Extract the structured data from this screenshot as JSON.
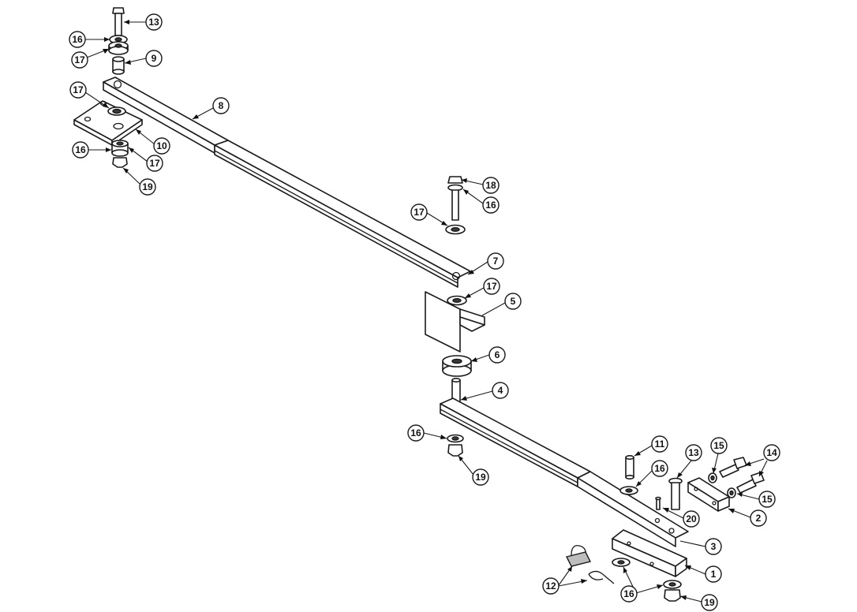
{
  "diagram": {
    "type": "exploded-parts-view",
    "callouts": [
      {
        "id": "c13a",
        "label": "13"
      },
      {
        "id": "c16a",
        "label": "16"
      },
      {
        "id": "c17a",
        "label": "17"
      },
      {
        "id": "c9",
        "label": "9"
      },
      {
        "id": "c8",
        "label": "8"
      },
      {
        "id": "c17b",
        "label": "17"
      },
      {
        "id": "c10",
        "label": "10"
      },
      {
        "id": "c16b",
        "label": "16"
      },
      {
        "id": "c17c",
        "label": "17"
      },
      {
        "id": "c19a",
        "label": "19"
      },
      {
        "id": "c18",
        "label": "18"
      },
      {
        "id": "c16c",
        "label": "16"
      },
      {
        "id": "c17d",
        "label": "17"
      },
      {
        "id": "c7",
        "label": "7"
      },
      {
        "id": "c17e",
        "label": "17"
      },
      {
        "id": "c5",
        "label": "5"
      },
      {
        "id": "c6",
        "label": "6"
      },
      {
        "id": "c4",
        "label": "4"
      },
      {
        "id": "c16d",
        "label": "16"
      },
      {
        "id": "c19b",
        "label": "19"
      },
      {
        "id": "c11",
        "label": "11"
      },
      {
        "id": "c13b",
        "label": "13"
      },
      {
        "id": "c15a",
        "label": "15"
      },
      {
        "id": "c14",
        "label": "14"
      },
      {
        "id": "c16e",
        "label": "16"
      },
      {
        "id": "c15b",
        "label": "15"
      },
      {
        "id": "c2",
        "label": "2"
      },
      {
        "id": "c20",
        "label": "20"
      },
      {
        "id": "c3",
        "label": "3"
      },
      {
        "id": "c1",
        "label": "1"
      },
      {
        "id": "c12",
        "label": "12"
      },
      {
        "id": "c16f",
        "label": "16"
      },
      {
        "id": "c19c",
        "label": "19"
      }
    ]
  }
}
